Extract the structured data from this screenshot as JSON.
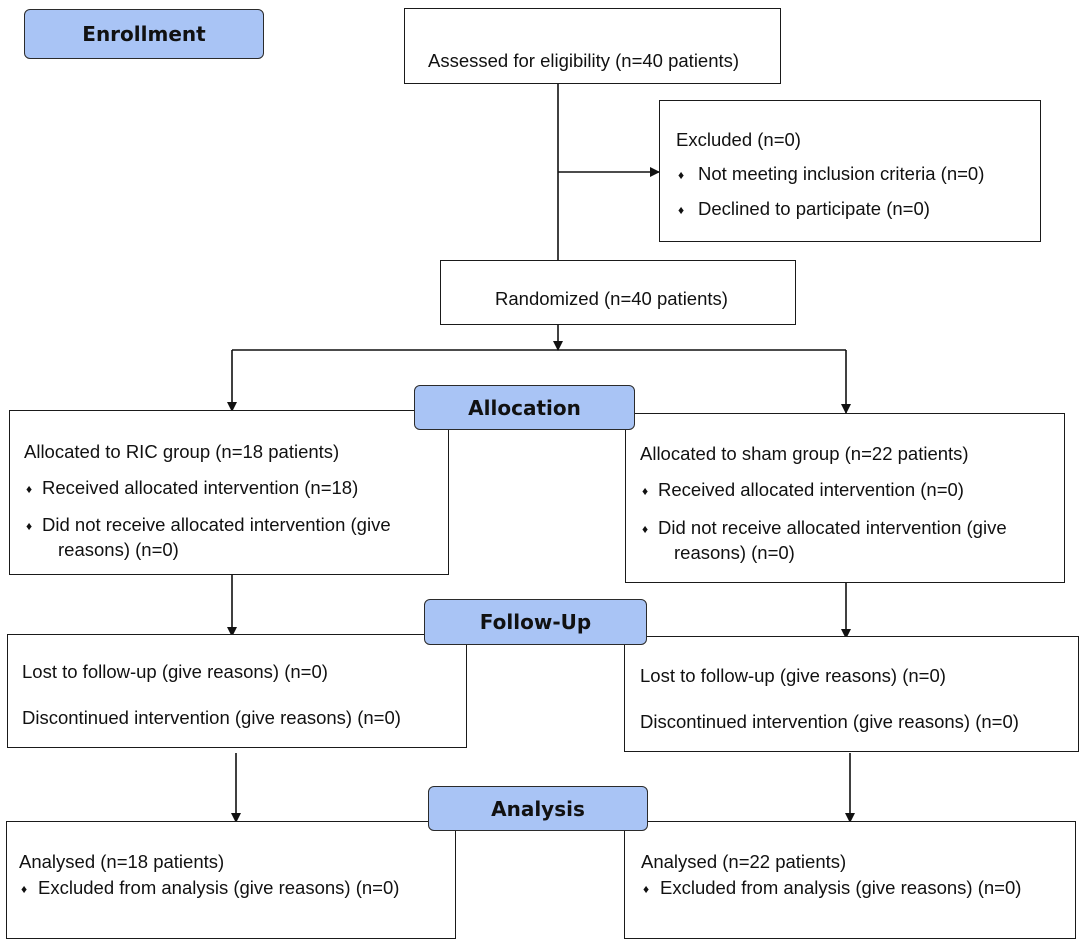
{
  "stages": {
    "enrollment": "Enrollment",
    "allocation": "Allocation",
    "follow_up": "Follow-Up",
    "analysis": "Analysis"
  },
  "enrollment": {
    "assessed": "Assessed for eligibility (n=40 patients)",
    "excluded": {
      "title": "Excluded (n=0)",
      "items": [
        "Not meeting inclusion criteria (n=0)",
        "Declined to participate (n=0)"
      ]
    },
    "randomized": "Randomized (n=40 patients)"
  },
  "allocation": {
    "left": {
      "title": "Allocated to RIC group (n=18 patients)",
      "received": "Received allocated intervention (n=18)",
      "not_received_1": "Did not receive allocated intervention (give",
      "not_received_2": "reasons) (n=0)"
    },
    "right": {
      "title": "Allocated to sham group (n=22 patients)",
      "received": "Received allocated intervention (n=0)",
      "not_received_1": "Did not receive allocated intervention (give",
      "not_received_2": "reasons) (n=0)"
    }
  },
  "follow_up": {
    "left": {
      "lost": "Lost to follow-up (give reasons) (n=0)",
      "discontinued": "Discontinued intervention (give reasons) (n=0)"
    },
    "right": {
      "lost": "Lost to follow-up (give reasons) (n=0)",
      "discontinued": "Discontinued intervention (give reasons) (n=0)"
    }
  },
  "analysis": {
    "left": {
      "analysed": "Analysed (n=18 patients)",
      "excluded": "Excluded from analysis (give reasons) (n=0)"
    },
    "right": {
      "analysed": "Analysed (n=22 patients)",
      "excluded": "Excluded from analysis (give reasons) (n=0)"
    }
  },
  "bullet_symbol": "♦"
}
